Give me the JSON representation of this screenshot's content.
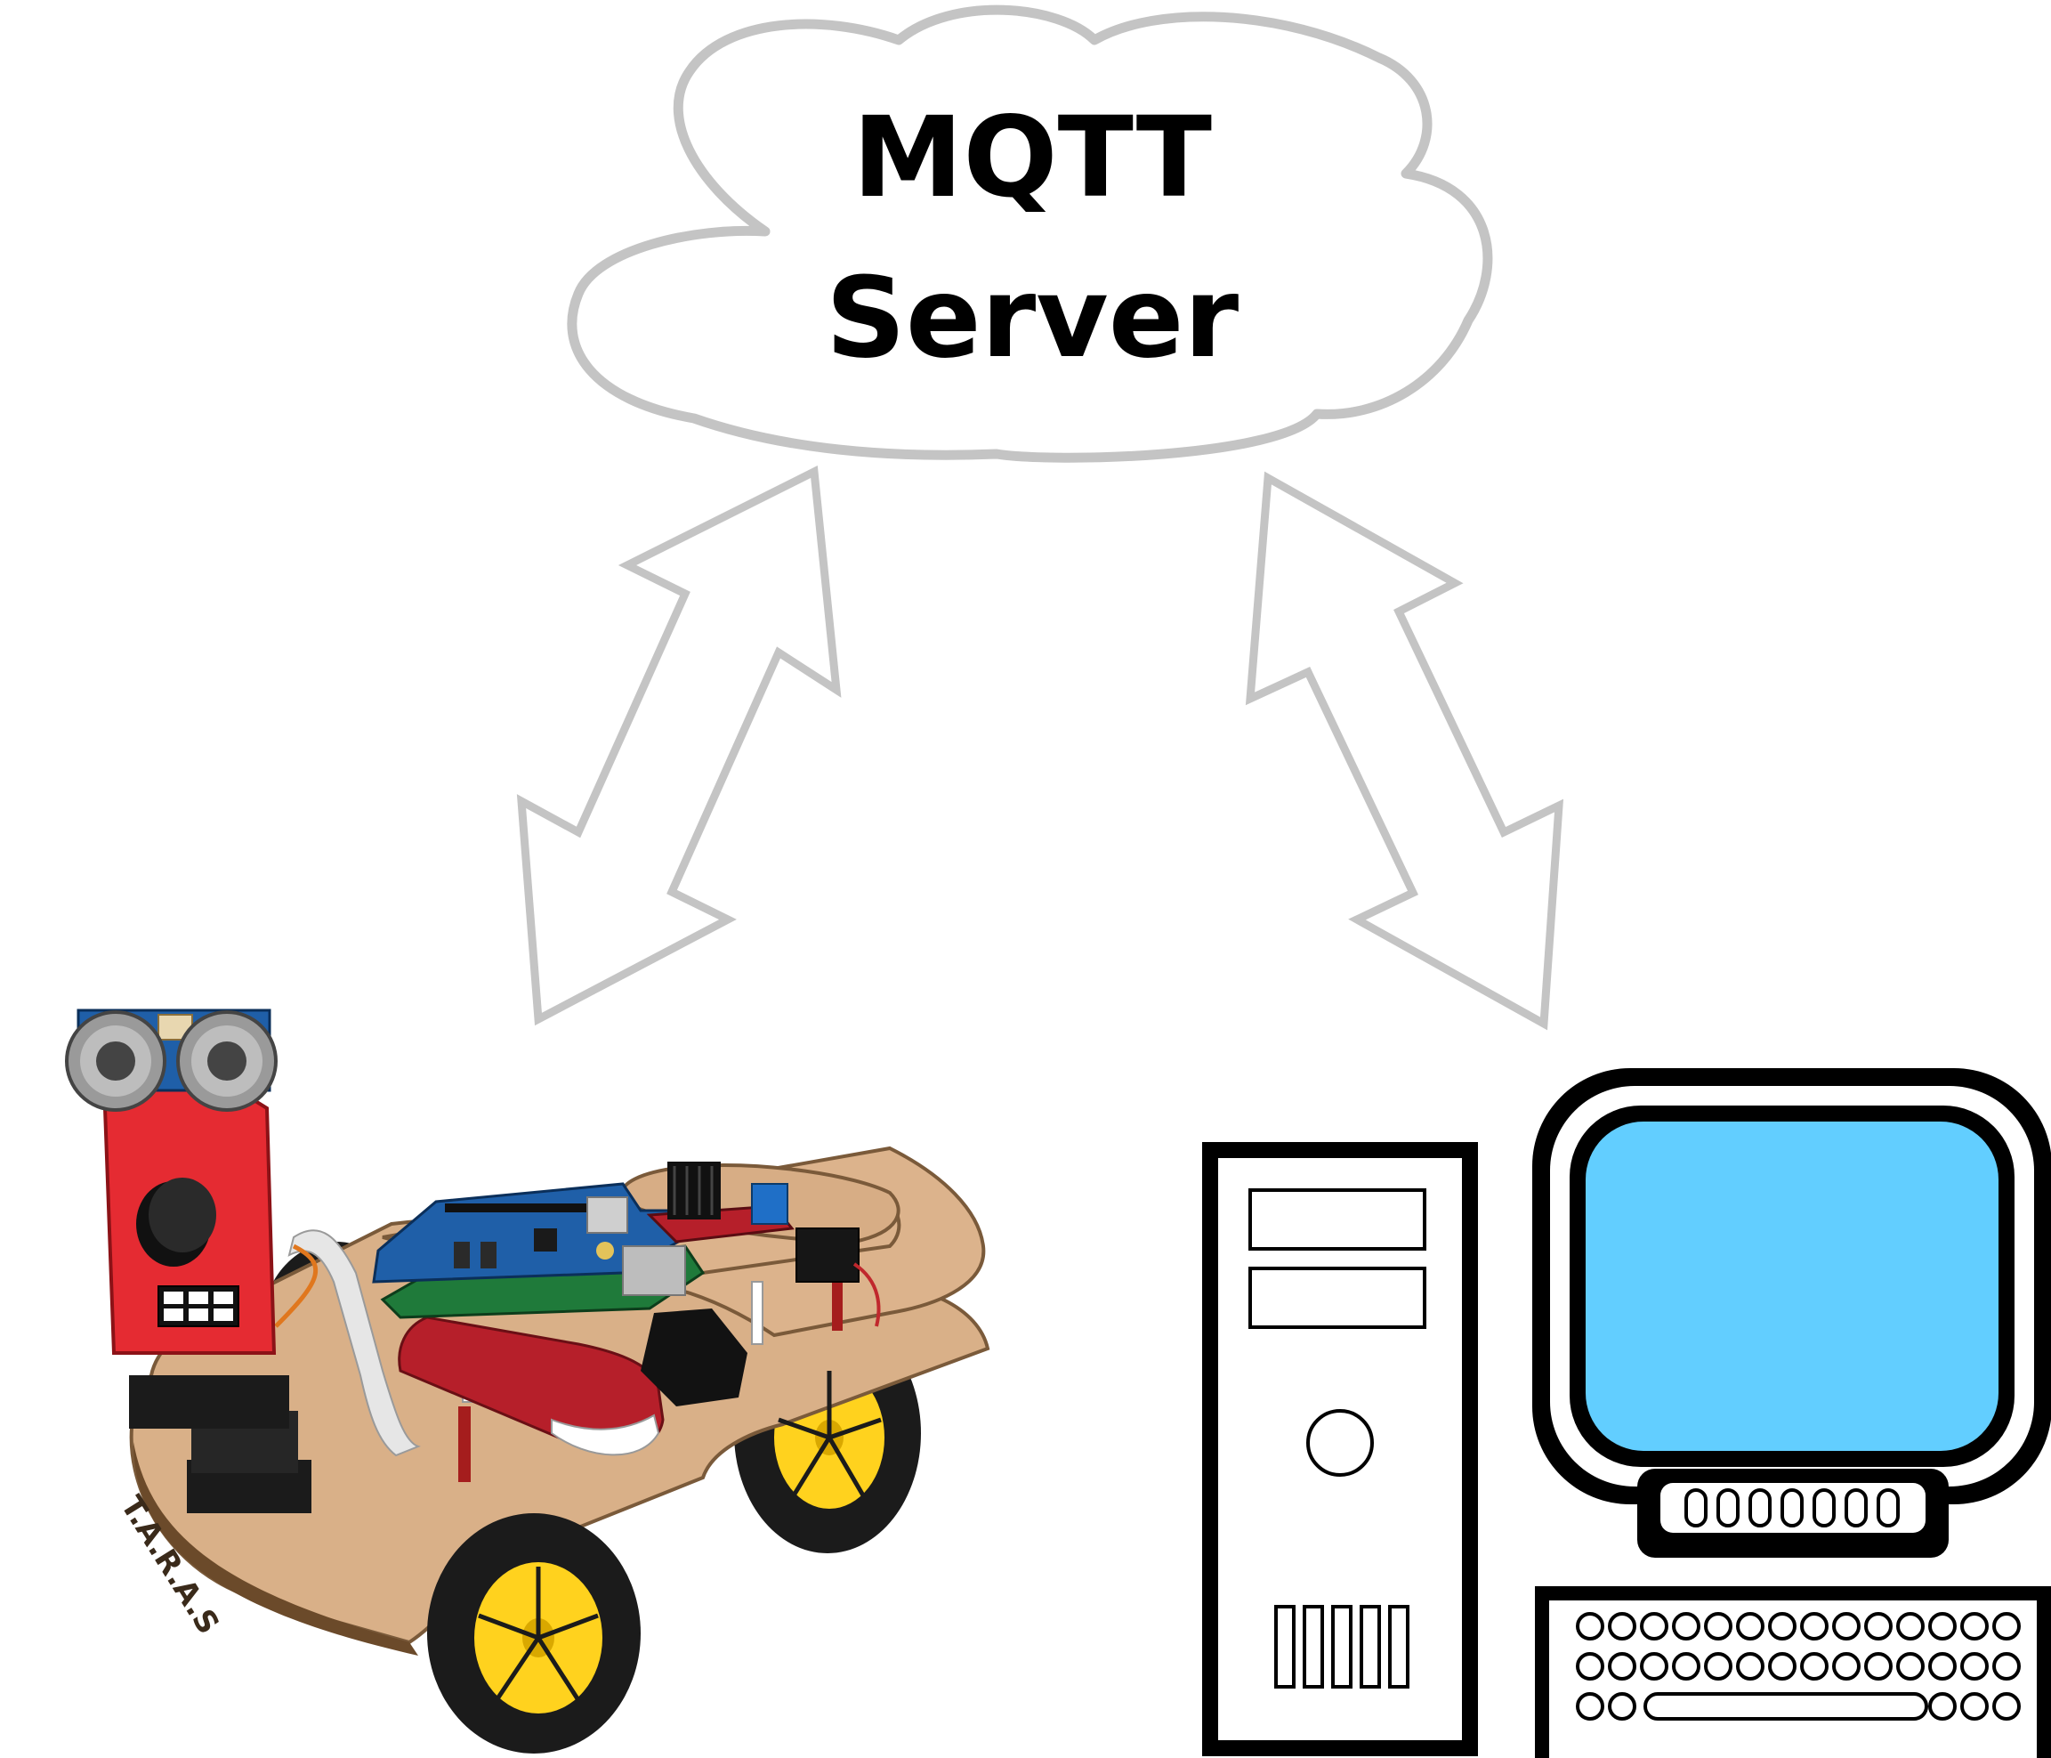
{
  "cloud": {
    "line1": "MQTT",
    "line2": "Server"
  },
  "robot": {
    "name": "T.A.R.A.S"
  },
  "colors": {
    "cloud_outline": "#c4c4c4",
    "arrow_outline": "#c4c4c4",
    "screen": "#62ceff",
    "robot_head": "#e52b32",
    "wheel_hub": "#ffd21e",
    "chassis": "#d9b088",
    "pcb_blue": "#1f5fa8",
    "pcb_green": "#1f7a3a",
    "heatsink": "#111111"
  },
  "icons": {
    "server": "computer-tower-icon",
    "client": "desktop-monitor-icon",
    "keyboard": "keyboard-icon"
  }
}
